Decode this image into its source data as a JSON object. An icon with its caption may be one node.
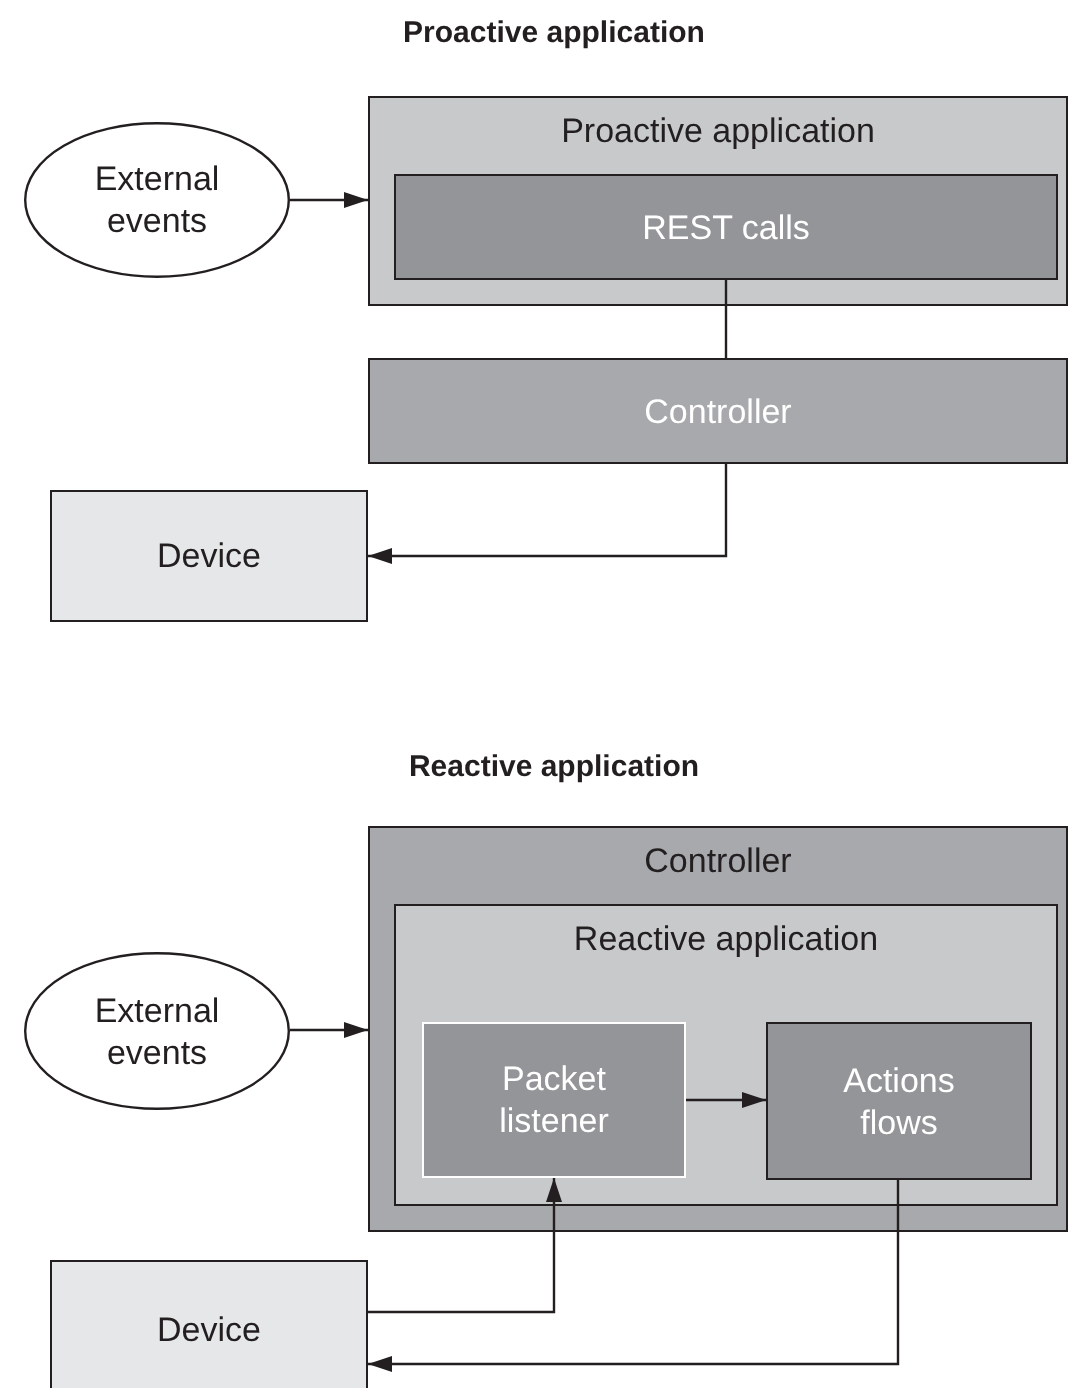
{
  "diagram": {
    "nodes": [
      {
        "text": [
          "External events"
        ]
      },
      {
        "text": [
          "Proactive application"
        ]
      },
      {
        "text": [
          "REST calls"
        ],
        "in": 1
      },
      {
        "text": [
          "Controller"
        ]
      },
      {
        "text": [
          "Device"
        ]
      },
      {
        "text": [
          "External events"
        ]
      },
      {
        "text": [
          "Controller"
        ]
      },
      {
        "text": [
          "Reactive application"
        ],
        "in": 6
      },
      {
        "text": [
          "Packet listener"
        ],
        "in": 7
      },
      {
        "text": [
          "Actions flows"
        ],
        "in": 7
      },
      {
        "text": [
          "Device"
        ]
      }
    ],
    "edges": [
      {
        "from": 0,
        "to": 1,
        "arrow": "to"
      },
      {
        "from": 2,
        "to": 3,
        "arrow": "none"
      },
      {
        "from": 3,
        "to": 4,
        "arrow": "to"
      },
      {
        "from": 5,
        "to": 6,
        "arrow": "to"
      },
      {
        "from": 8,
        "to": 9,
        "arrow": "to"
      },
      {
        "from": 10,
        "to": 8,
        "arrow": "to"
      },
      {
        "from": 9,
        "to": 10,
        "arrow": "to"
      }
    ],
    "labels": [
      "Proactive application",
      "Reactive application"
    ]
  }
}
